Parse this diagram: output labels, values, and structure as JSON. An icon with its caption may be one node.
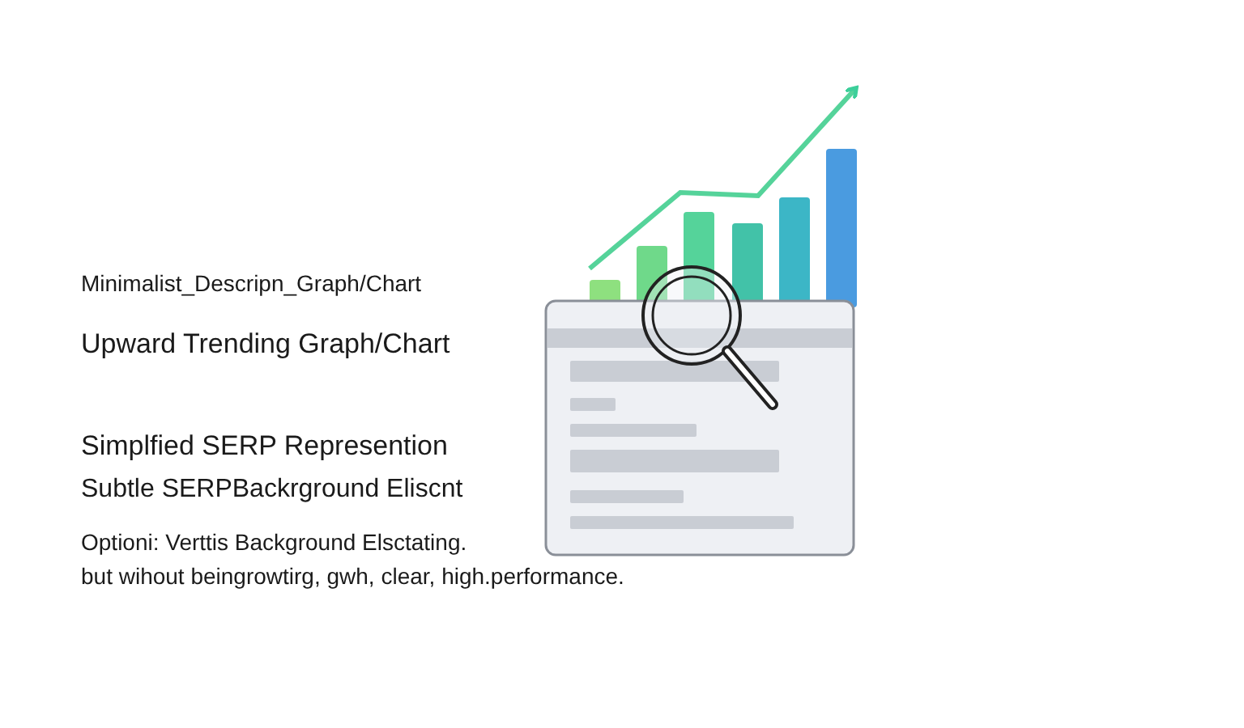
{
  "diagram": {
    "labels": [
      "Minimalist_Descripn_Graph/Chart",
      "Upward Trending Graph/Chart",
      "Simplfied SERP Represention",
      "Subtle SERPBackrground Eliscnt",
      "Optioni: Verttis Background Elsctating.",
      "but wihout beingrowtirg, gwh, clear, high.performance."
    ]
  }
}
